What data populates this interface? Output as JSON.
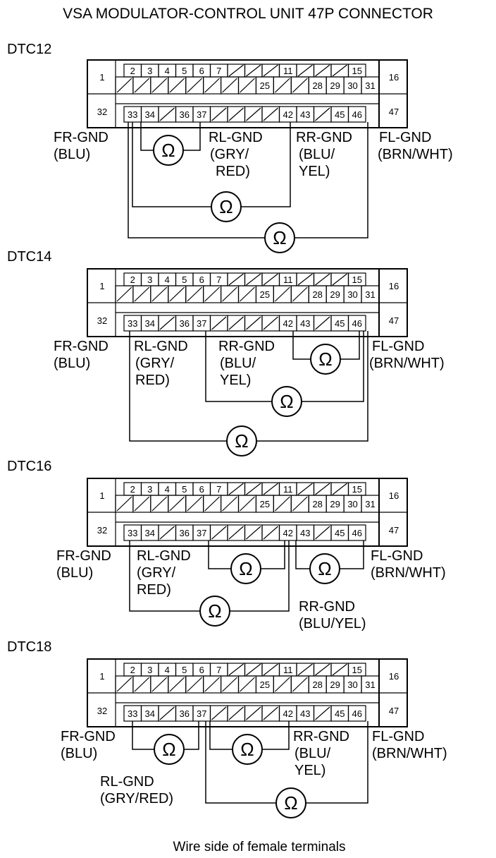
{
  "title": "VSA MODULATOR-CONTROL UNIT 47P CONNECTOR",
  "footer": "Wire side of female terminals",
  "connector": {
    "left_top": "1",
    "left_bottom": "32",
    "right_top": "16",
    "right_bottom": "47",
    "row1": [
      "2",
      "3",
      "4",
      "5",
      "6",
      "7",
      "",
      "",
      "",
      "11",
      "",
      "",
      "",
      "15"
    ],
    "row2": [
      "",
      "",
      "",
      "",
      "",
      "",
      "",
      "",
      "25",
      "",
      "",
      "28",
      "29",
      "30",
      "31"
    ],
    "row3": [
      "33",
      "34",
      "",
      "36",
      "37",
      "",
      "",
      "",
      "",
      "42",
      "43",
      "",
      "45",
      "46"
    ]
  },
  "ohm_symbol": "Ω",
  "panels": [
    {
      "label": "DTC12",
      "texts": [
        {
          "id": "fr1",
          "t": "FR-GND"
        },
        {
          "id": "fr2",
          "t": "(BLU)"
        },
        {
          "id": "rl1",
          "t": "RL-GND"
        },
        {
          "id": "rl2",
          "t": "(GRY/"
        },
        {
          "id": "rl3",
          "t": "RED)"
        },
        {
          "id": "rr1",
          "t": "RR-GND"
        },
        {
          "id": "rr2",
          "t": "(BLU/"
        },
        {
          "id": "rr3",
          "t": "YEL)"
        },
        {
          "id": "fl1",
          "t": "FL-GND"
        },
        {
          "id": "fl2",
          "t": "(BRN/WHT)"
        }
      ]
    },
    {
      "label": "DTC14",
      "texts": [
        {
          "id": "fr1",
          "t": "FR-GND"
        },
        {
          "id": "fr2",
          "t": "(BLU)"
        },
        {
          "id": "rl1",
          "t": "RL-GND"
        },
        {
          "id": "rl2",
          "t": "(GRY/"
        },
        {
          "id": "rl3",
          "t": "RED)"
        },
        {
          "id": "rr1",
          "t": "RR-GND"
        },
        {
          "id": "rr2",
          "t": "(BLU/"
        },
        {
          "id": "rr3",
          "t": "YEL)"
        },
        {
          "id": "fl1",
          "t": "FL-GND"
        },
        {
          "id": "fl2",
          "t": "(BRN/WHT)"
        }
      ]
    },
    {
      "label": "DTC16",
      "texts": [
        {
          "id": "fr1",
          "t": "FR-GND"
        },
        {
          "id": "fr2",
          "t": "(BLU)"
        },
        {
          "id": "rl1",
          "t": "RL-GND"
        },
        {
          "id": "rl2",
          "t": "(GRY/"
        },
        {
          "id": "rl3",
          "t": "RED)"
        },
        {
          "id": "fl1",
          "t": "FL-GND"
        },
        {
          "id": "fl2",
          "t": "(BRN/WHT)"
        },
        {
          "id": "rr1",
          "t": "RR-GND"
        },
        {
          "id": "rr2",
          "t": "(BLU/YEL)"
        }
      ]
    },
    {
      "label": "DTC18",
      "texts": [
        {
          "id": "fr1",
          "t": "FR-GND"
        },
        {
          "id": "fr2",
          "t": "(BLU)"
        },
        {
          "id": "rr1",
          "t": "RR-GND"
        },
        {
          "id": "rr2",
          "t": "(BLU/"
        },
        {
          "id": "rr3",
          "t": "YEL)"
        },
        {
          "id": "fl1",
          "t": "FL-GND"
        },
        {
          "id": "fl2",
          "t": "(BRN/WHT)"
        },
        {
          "id": "rl1",
          "t": "RL-GND"
        },
        {
          "id": "rl2",
          "t": "(GRY/RED)"
        }
      ]
    }
  ]
}
